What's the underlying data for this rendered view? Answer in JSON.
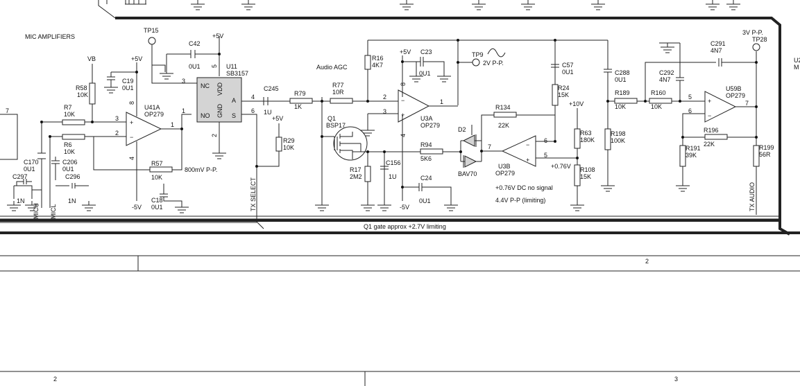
{
  "sheet": {
    "section_title": "MIC AMPLIFIERS",
    "section_agc": "Audio AGC",
    "zone_2_top": "2",
    "zone_2_bottom": "2",
    "zone_3_bottom": "3",
    "note_q1_gate": "Q1 gate approx +2.7V limiting",
    "note_800mv": "800mV P-P.",
    "note_076dc": "+0.76V DC no signal",
    "note_44v": "4.4V P-P (limiting)",
    "note_076v": "+0.76V",
    "tp9_note": "2V P-P.",
    "tp28_note": "3V P-P.",
    "edge_u2": "U2",
    "edge_m": "M"
  },
  "nets": {
    "plus5_a": "+5V",
    "plus5_b": "+5V",
    "plus5_c": "+5V",
    "plus5_d": "+5V",
    "minus5_a": "-5V",
    "minus5_b": "-5V",
    "plus10": "+10V",
    "vb": "VB",
    "mich": "MICH",
    "micl": "MICL",
    "tx_select": "TX SELECT",
    "tx_audio": "TX AUDIO"
  },
  "parts": {
    "tp15": "TP15",
    "tp9": "TP9",
    "tp28": "TP28",
    "c42": {
      "ref": "C42",
      "val": "0U1"
    },
    "u11": {
      "ref": "U11",
      "val": "SB3157",
      "nc": "NC",
      "no": "NO",
      "vdd": "VDD",
      "gnd": "GND",
      "a": "A",
      "s": "S",
      "p3": "3",
      "p1": "1",
      "p5": "5",
      "p2": "2",
      "p4": "4",
      "p6": "6"
    },
    "c245": {
      "ref": "C245",
      "val": "1U"
    },
    "r79": {
      "ref": "R79",
      "val": "1K"
    },
    "r77": {
      "ref": "R77",
      "val": "10R"
    },
    "r16": {
      "ref": "R16",
      "val": "4K7"
    },
    "c23": {
      "ref": "C23",
      "val": "0U1"
    },
    "u3a": {
      "ref": "U3A",
      "val": "OP279",
      "p2": "2",
      "p3": "3",
      "p1": "1",
      "p8": "8",
      "p4": "4"
    },
    "c57": {
      "ref": "C57",
      "val": "0U1"
    },
    "r24": {
      "ref": "R24",
      "val": "15K"
    },
    "c288": {
      "ref": "C288",
      "val": "0U1"
    },
    "r189": {
      "ref": "R189",
      "val": "10K"
    },
    "r160": {
      "ref": "R160",
      "val": "10K"
    },
    "c291": {
      "ref": "C291",
      "val": "4N7"
    },
    "c292": {
      "ref": "C292",
      "val": "4N7"
    },
    "u59b": {
      "ref": "U59B",
      "val": "OP279",
      "p5": "5",
      "p6": "6",
      "p7": "7"
    },
    "r196": {
      "ref": "R196",
      "val": "22K"
    },
    "r191": {
      "ref": "R191",
      "val": "39K"
    },
    "r199": {
      "ref": "R199",
      "val": "56R"
    },
    "r198": {
      "ref": "R198",
      "val": "100K"
    },
    "r63": {
      "ref": "R63",
      "val": "180K"
    },
    "r108": {
      "ref": "R108",
      "val": "15K"
    },
    "r134": {
      "ref": "R134",
      "val": "22K"
    },
    "u3b": {
      "ref": "U3B",
      "val": "OP279",
      "p6": "6",
      "p5": "5",
      "p7": "7"
    },
    "d2": {
      "ref": "D2",
      "val": "BAV70"
    },
    "r94": {
      "ref": "R94",
      "val": "5K6"
    },
    "q1": {
      "ref": "Q1",
      "val": "BSP17"
    },
    "r17": {
      "ref": "R17",
      "val": "2M2"
    },
    "c156": {
      "ref": "C156",
      "val": "1U"
    },
    "c24": {
      "ref": "C24",
      "val": "0U1"
    },
    "r29": {
      "ref": "R29",
      "val": "10K"
    },
    "r58": {
      "ref": "R58",
      "val": "10K"
    },
    "c19": {
      "ref": "C19",
      "val": "0U1"
    },
    "r7": {
      "ref": "R7",
      "val": "10K"
    },
    "r6": {
      "ref": "R6",
      "val": "10K"
    },
    "u41a": {
      "ref": "U41A",
      "val": "OP279",
      "p3": "3",
      "p2": "2",
      "p1": "1",
      "p8": "8",
      "p4": "4"
    },
    "r57": {
      "ref": "R57",
      "val": "10K"
    },
    "c18": {
      "ref": "C18",
      "val": "0U1"
    },
    "c170": {
      "ref": "C170",
      "val": "0U1"
    },
    "c206": {
      "ref": "C206",
      "val": "0U1"
    },
    "c297": {
      "ref": "C297",
      "val": "1N"
    },
    "c296": {
      "ref": "C296",
      "val": "1N"
    },
    "pin7_left": "7"
  }
}
